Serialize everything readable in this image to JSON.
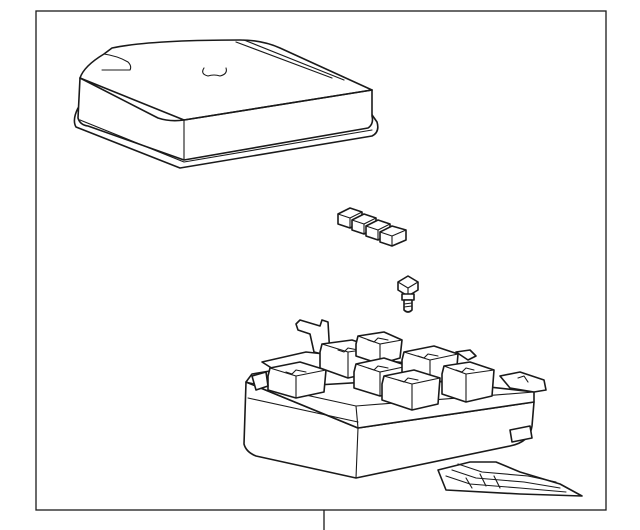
{
  "diagram": {
    "kind": "exploded-parts-view",
    "parts": [
      {
        "name": "cover",
        "icon": "fuse-box-cover"
      },
      {
        "name": "fuses",
        "icon": "blade-fuse-set"
      },
      {
        "name": "bolt",
        "icon": "mounting-bolt"
      },
      {
        "name": "junction-block",
        "icon": "relay-junction-block"
      }
    ],
    "colors": {
      "line": "#1a1a1a",
      "background": "#ffffff"
    }
  }
}
